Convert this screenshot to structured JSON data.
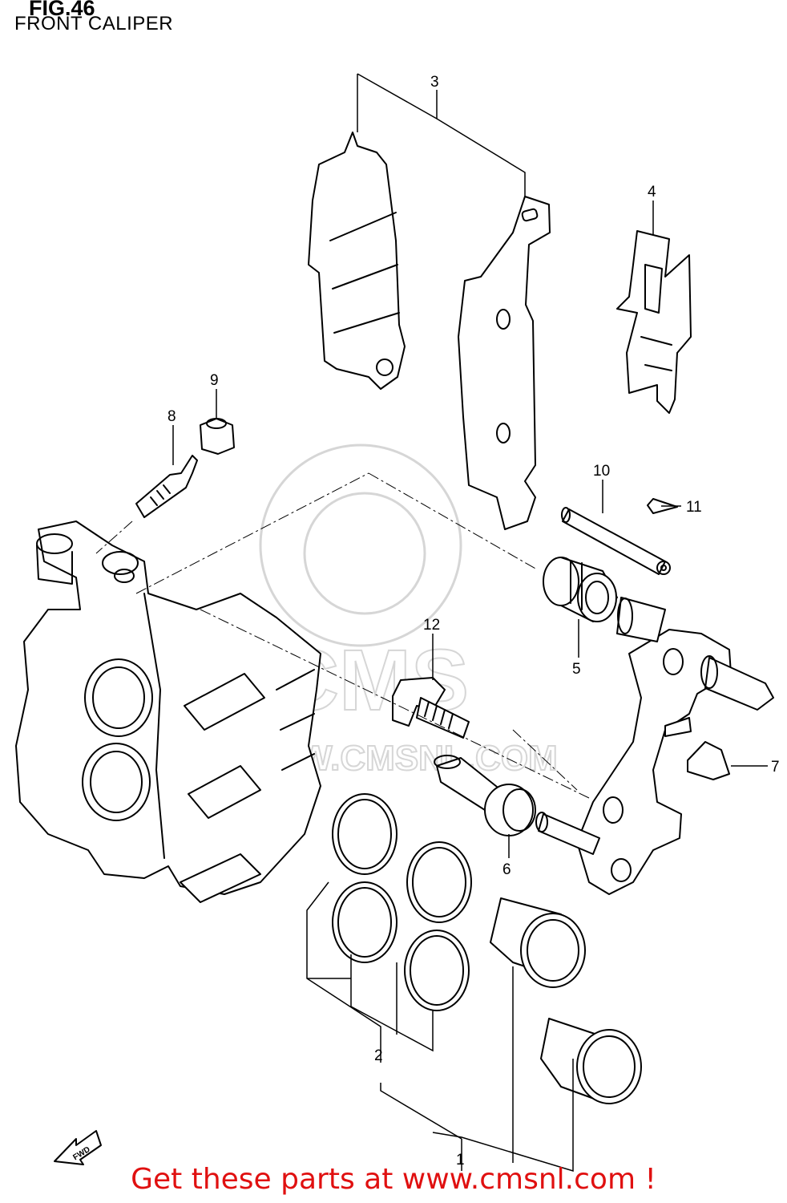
{
  "figure": {
    "number": "FIG.46",
    "title": "FRONT CALIPER"
  },
  "watermark": {
    "brand": "CMS",
    "url": "WWW.CMSNL.COM",
    "color": "#d6d6d6"
  },
  "fwd_badge": "FWD",
  "callouts": [
    "1",
    "2",
    "3",
    "4",
    "5",
    "6",
    "7",
    "8",
    "9",
    "10",
    "11",
    "12"
  ],
  "footer": {
    "cta": "Get these parts at www.cmsnl.com !",
    "color": "#e01010"
  }
}
